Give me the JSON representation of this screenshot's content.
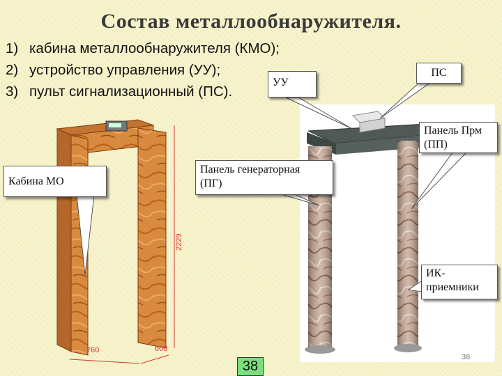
{
  "slide": {
    "title": "Состав металлообнаружителя.",
    "list": [
      {
        "num": "1)",
        "text": "кабина металлообнаружителя (КМО);"
      },
      {
        "num": "2)",
        "text": "устройство управления (УУ);"
      },
      {
        "num": "3)",
        "text": "пульт сигнализационный (ПС)."
      }
    ],
    "callouts": {
      "uu": "УУ",
      "ps": "ПС",
      "panel_prm_line1": "Панель Прм",
      "panel_prm_line2": "(ПП)",
      "kabina": "Кабина МО",
      "panel_gen_line1": "Панель генераторная",
      "panel_gen_line2": "(ПГ)",
      "ik_line1": "ИК-",
      "ik_line2": "приемники"
    },
    "dimensions": {
      "height": "2229",
      "width": "760",
      "depth": "600"
    },
    "page_number": "38",
    "page_number_small": "38"
  },
  "colors": {
    "background": "#f6f2c8",
    "page_badge": "#7be07b",
    "dimension_text": "#dd3333"
  }
}
